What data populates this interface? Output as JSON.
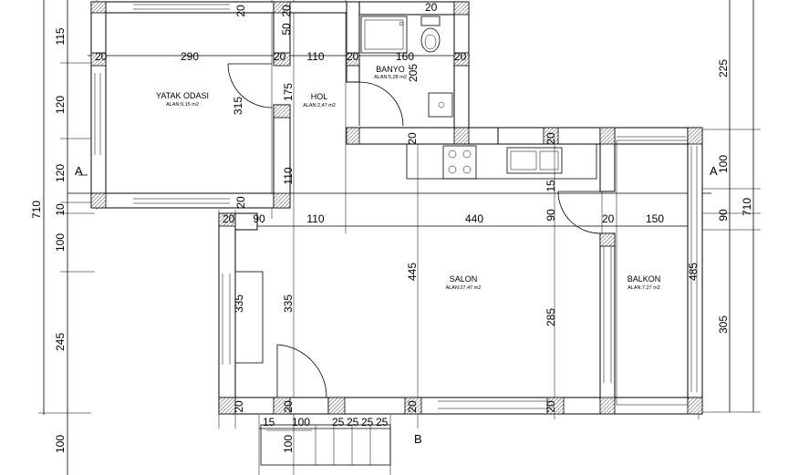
{
  "rooms": {
    "yatak": {
      "name": "YATAK ODASI",
      "area": "ALAN:9,15 m2"
    },
    "hol": {
      "name": "HOL",
      "area": "ALAN:2,47 m2"
    },
    "banyo": {
      "name": "BANYO",
      "area": "ALAN:5,28 m2"
    },
    "salon": {
      "name": "SALON",
      "area": "ALAN:27,47 m2"
    },
    "balkon": {
      "name": "BALKON",
      "area": "ALAN:7,27 m2"
    }
  },
  "section_marks": {
    "a_left": "A",
    "a_right": "A",
    "b_bottom": "B"
  },
  "dims": {
    "left_outer_total": "710",
    "left_115": "115",
    "left_120a": "120",
    "left_120b": "120",
    "left_10": "10",
    "left_100": "100",
    "left_245": "245",
    "left_100b": "100",
    "right_225": "225",
    "right_100": "100",
    "right_90": "90",
    "right_305": "305",
    "right_total": "710",
    "top_290": "290",
    "top_20a": "20",
    "top_20b": "20",
    "top_110": "110",
    "top_20c": "20",
    "top_160": "160",
    "top_20d": "20",
    "top_20e": "20",
    "top_20f": "20",
    "top_20g": "20",
    "top_50": "50",
    "v_315": "315",
    "v_175": "175",
    "v_205": "205",
    "v_110": "110",
    "mid_20a": "20",
    "mid_90": "90",
    "mid_110": "110",
    "mid_440": "440",
    "mid_90b": "90",
    "mid_20b": "20",
    "mid_150": "150",
    "mid_20c": "20",
    "mid_20d": "20",
    "mid_20e": "20",
    "mid_15": "15",
    "v_445": "445",
    "v_335a": "335",
    "v_335b": "335",
    "v_285": "285",
    "v_485": "485",
    "bot_20a": "20",
    "bot_20b": "20",
    "bot_20c": "20",
    "bot_20d": "20",
    "bot_15": "15",
    "bot_100": "100",
    "bot_25a": "25",
    "bot_25b": "25",
    "bot_25c": "25",
    "bot_25d": "25",
    "bot_v100": "100"
  }
}
